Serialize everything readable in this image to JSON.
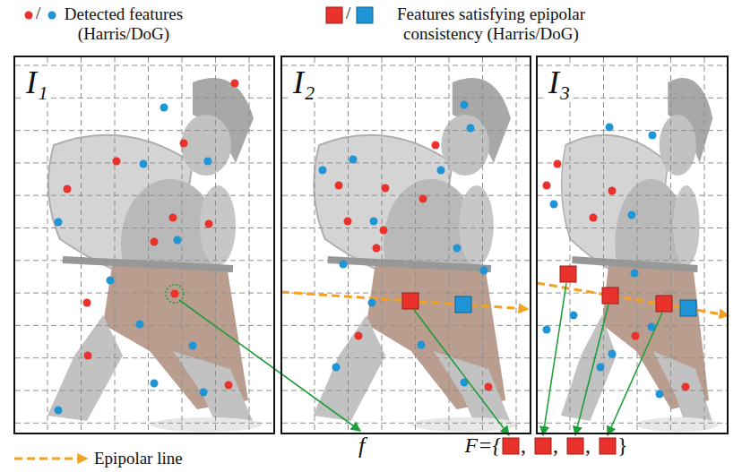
{
  "diagram": {
    "nodes": [
      {
        "text": [
          "I₁"
        ]
      },
      {
        "text": [
          "I₂"
        ]
      },
      {
        "text": [
          "I₃"
        ]
      }
    ],
    "labels": [
      "/",
      "/",
      "f",
      "F={",
      ",",
      ",",
      ",",
      "}"
    ],
    "legend": [
      {
        "text": "Detected features (Harris/DoG)"
      },
      {
        "text": "Features satisfying epipolar consistency (Harris/DoG)"
      },
      {
        "text": "Epipolar line"
      }
    ]
  }
}
